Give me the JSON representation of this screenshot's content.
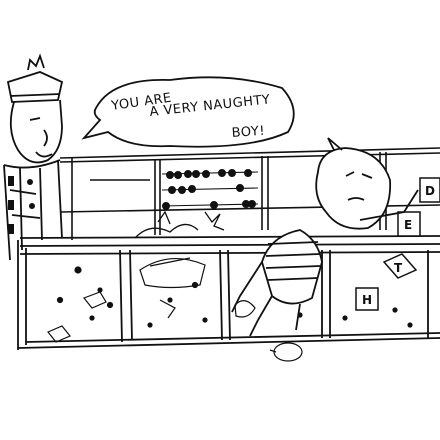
{
  "speech": {
    "line1": "YOU ARE",
    "line2": "A VERY NAUGHTY",
    "line3": "BOY!"
  },
  "blocks": {
    "shelf_top": "D",
    "shelf_side": "E",
    "floor_1": "T",
    "floor_2": "H"
  },
  "colors": {
    "ink": "#111111",
    "paper": "#ffffff"
  }
}
